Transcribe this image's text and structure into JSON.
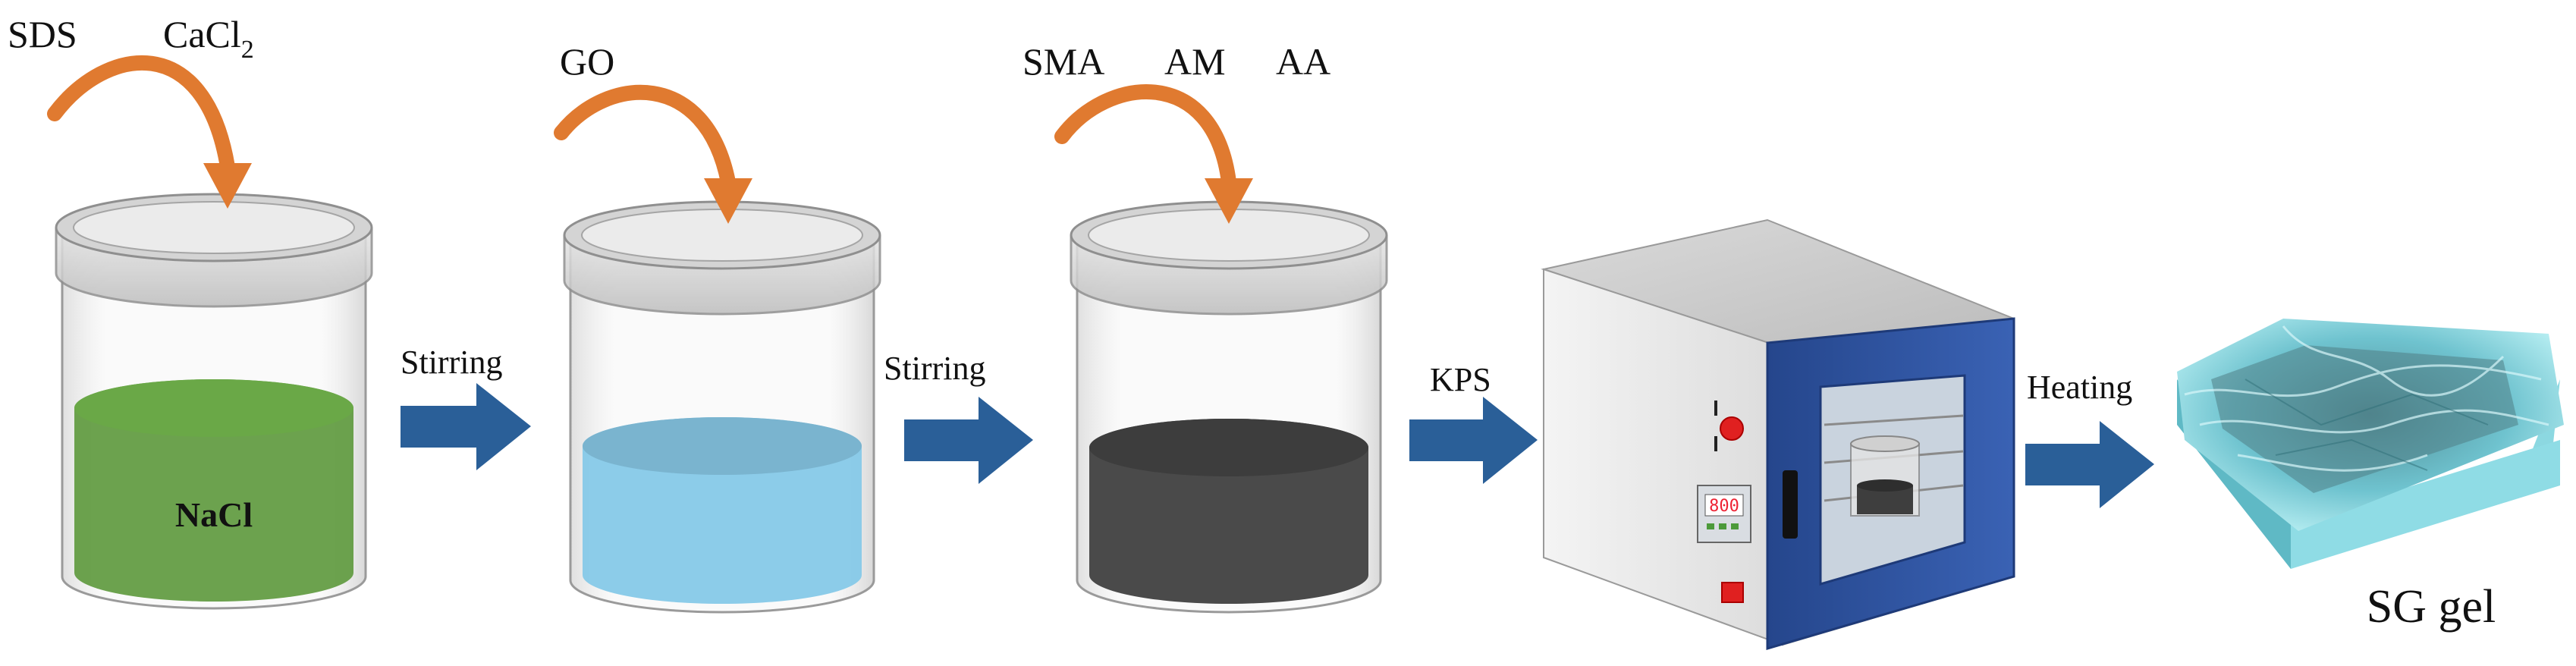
{
  "reagents": {
    "beaker1": {
      "label1": "SDS",
      "label2_main": "CaCl",
      "label2_sub": "2",
      "solution_label": "NaCl"
    },
    "beaker2": {
      "label1": "GO"
    },
    "beaker3": {
      "label1": "SMA",
      "label2": "AM",
      "label3": "AA"
    }
  },
  "steps": {
    "step1": "Stirring",
    "step2": "Stirring",
    "step3": "KPS",
    "step4": "Heating"
  },
  "oven": {
    "display": "800"
  },
  "product": {
    "label": "SG gel"
  },
  "colors": {
    "solution1": "#5f9a3f",
    "solution2": "#86c9e8",
    "solution3": "#4a4a4a",
    "arrow_blue": "#2a5f98",
    "pour_arrow": "#e07a30",
    "oven_door": "#2d4f9a",
    "gel": "#6fc3cf"
  }
}
